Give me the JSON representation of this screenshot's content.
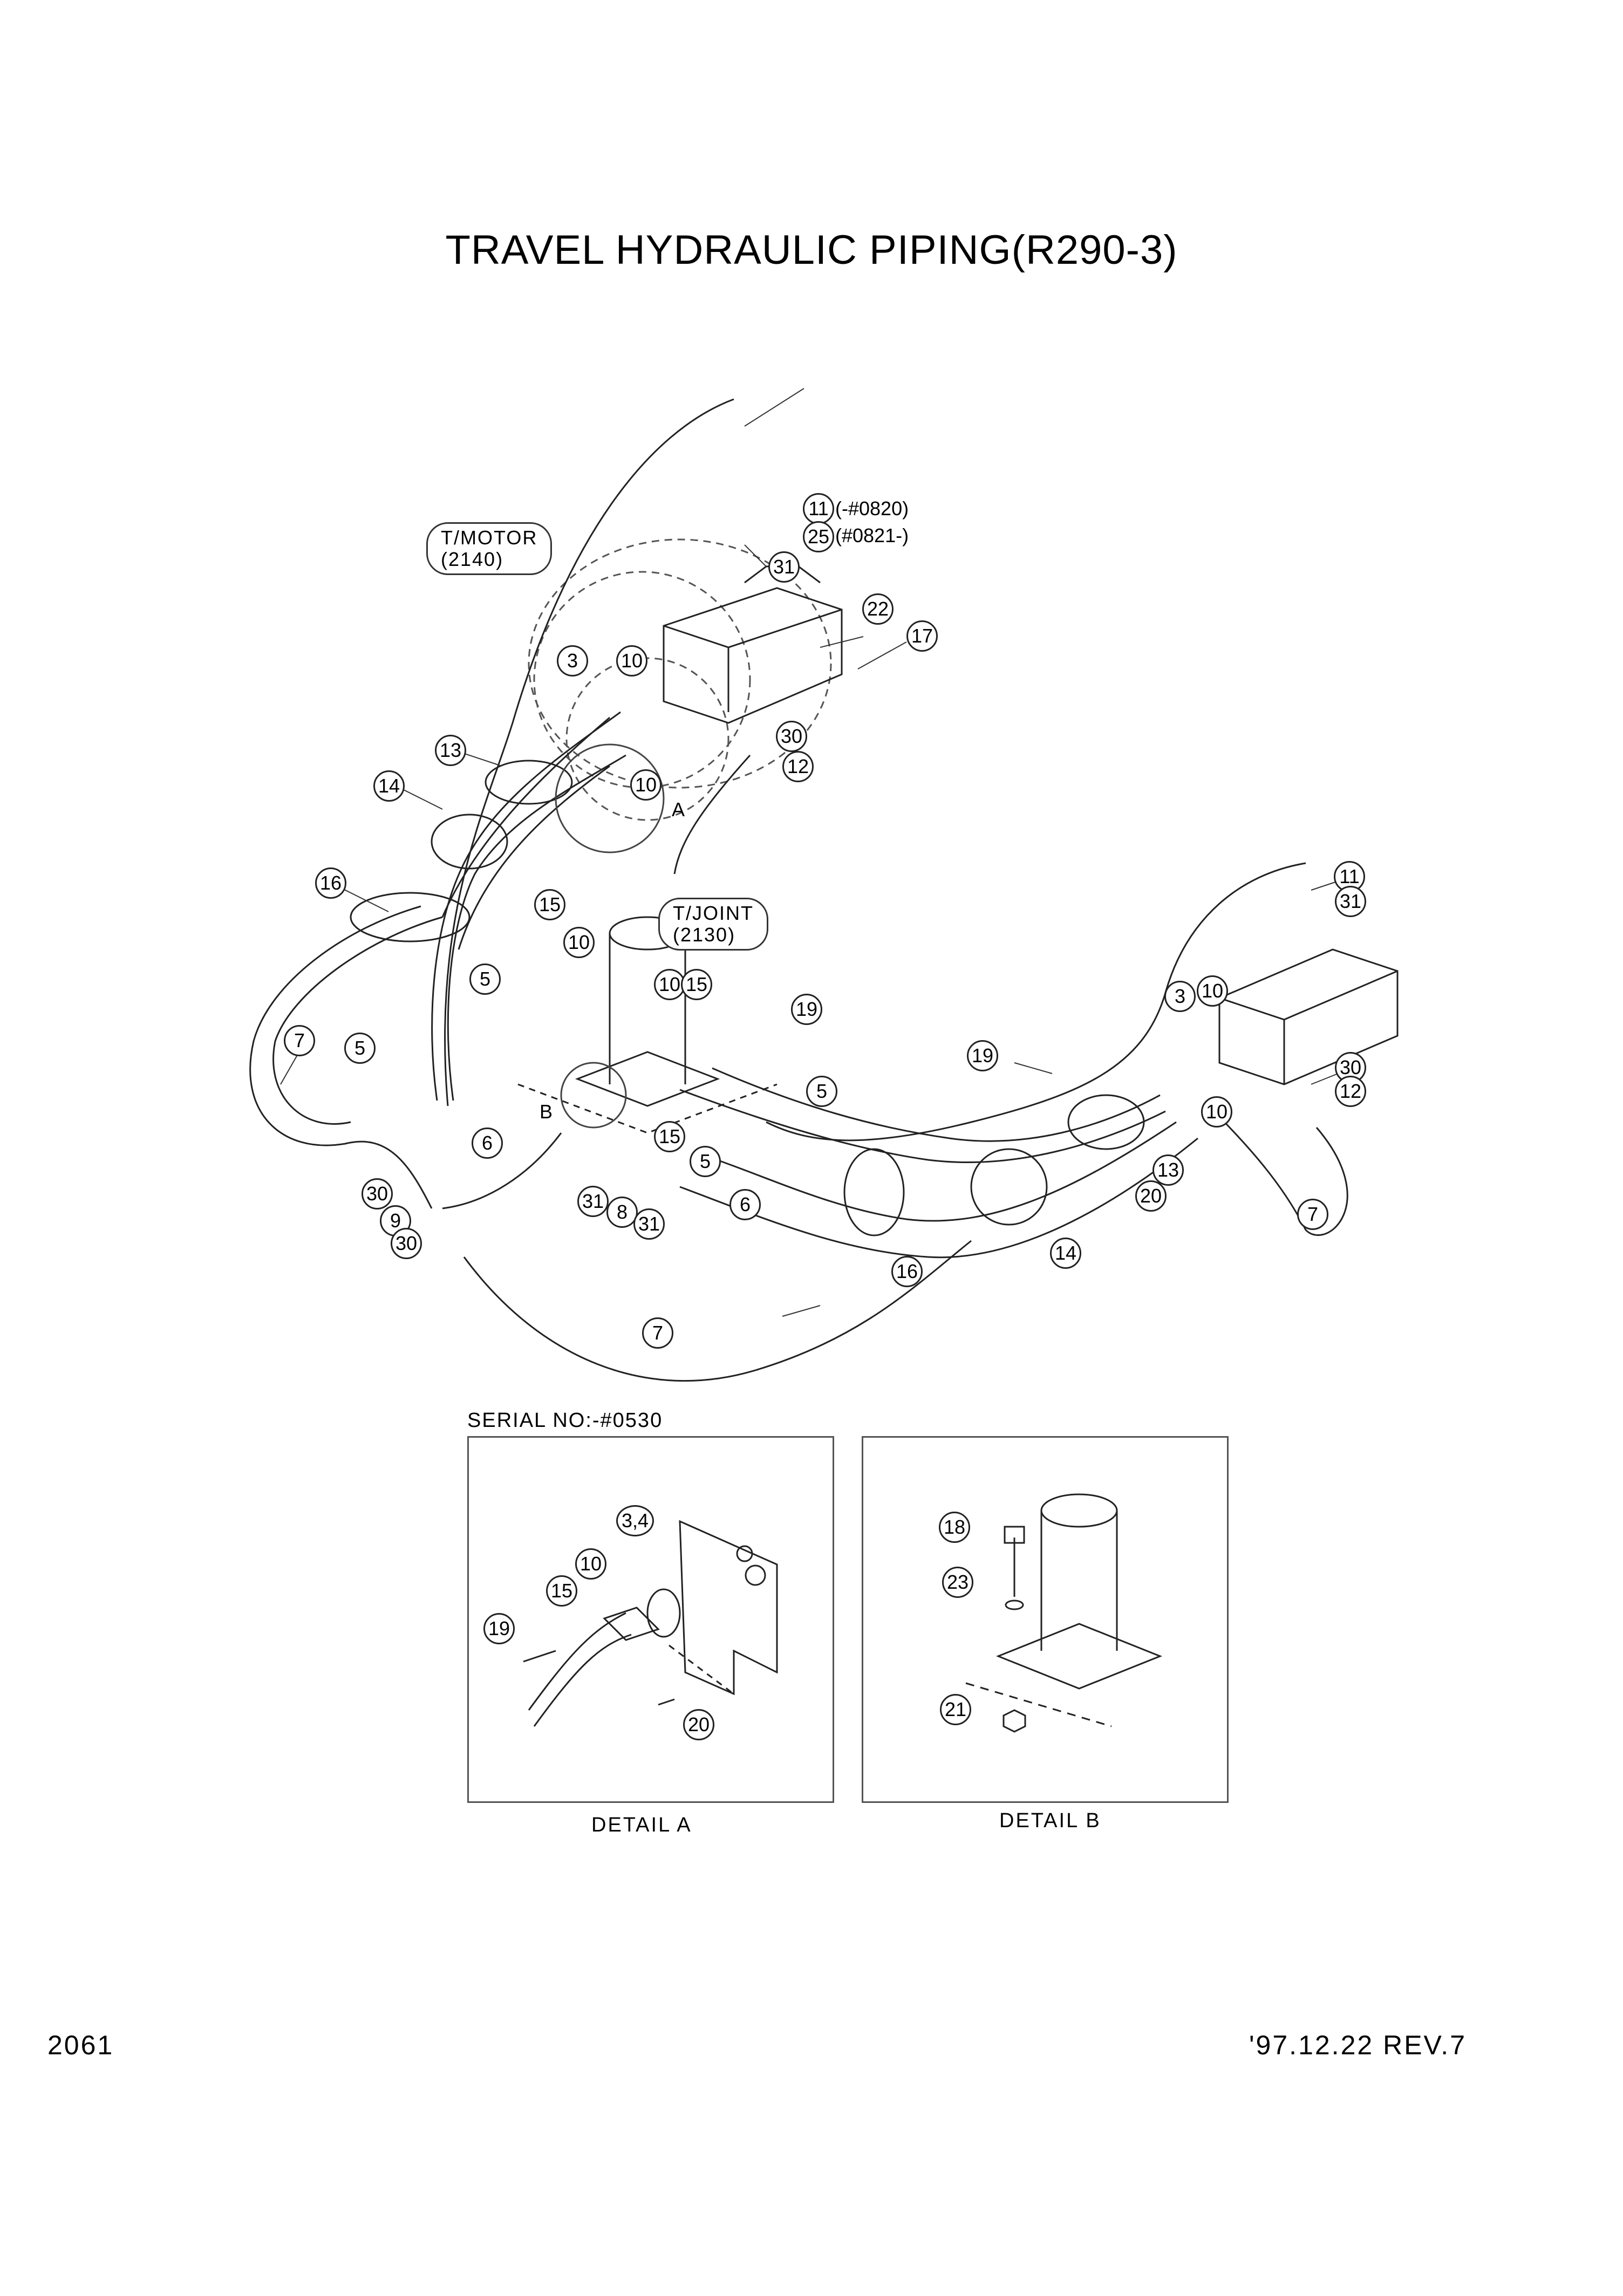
{
  "title": "TRAVEL HYDRAULIC PIPING(R290-3)",
  "page_number": "2061",
  "revision": "'97.12.22 REV.7",
  "serial_note": "SERIAL NO:-#0530",
  "detail_a_caption": "DETAIL A",
  "detail_b_caption": "DETAIL B",
  "section_labels": {
    "a": "A",
    "b": "B"
  },
  "components": {
    "travel_motor": {
      "name": "T/MOTOR",
      "ref": "(2140)"
    },
    "turning_joint": {
      "name": "T/JOINT",
      "ref": "(2130)"
    }
  },
  "serial_notes": {
    "part_11": "(-#0820)",
    "part_25": "(#0821-)"
  },
  "callouts": {
    "c11_top": "11",
    "c25": "25",
    "c31_top": "31",
    "c22": "22",
    "c17": "17",
    "c3_top": "3",
    "c10_top": "10",
    "c30_top": "30",
    "c12_top": "12",
    "c10_mid": "10",
    "c13_left": "13",
    "c14_left": "14",
    "c16_left": "16",
    "c15_joint": "15",
    "c10_joint": "10",
    "c10_joint_r": "10",
    "c15_joint_r": "15",
    "c19_joint": "19",
    "c5_a": "5",
    "c7_left": "7",
    "c5_b": "5",
    "c6_left": "6",
    "c30_left_a": "30",
    "c9": "9",
    "c30_left_b": "30",
    "c31_b1": "31",
    "c8": "8",
    "c31_b2": "31",
    "c15_low": "15",
    "c5_c": "5",
    "c5_d": "5",
    "c6_right": "6",
    "c16_right": "16",
    "c7_bottom": "7",
    "c14_right": "14",
    "c13_right": "13",
    "c20": "20",
    "c7_right": "7",
    "c19_right": "19",
    "c3_right": "3",
    "c10_right": "10",
    "c10_right_b": "10",
    "c11_right": "11",
    "c31_right": "31",
    "c30_right": "30",
    "c12_right": "12",
    "d_a_34": "3,4",
    "d_a_10": "10",
    "d_a_15": "15",
    "d_a_19": "19",
    "d_a_20": "20",
    "d_b_18": "18",
    "d_b_23": "23",
    "d_b_21": "21"
  }
}
